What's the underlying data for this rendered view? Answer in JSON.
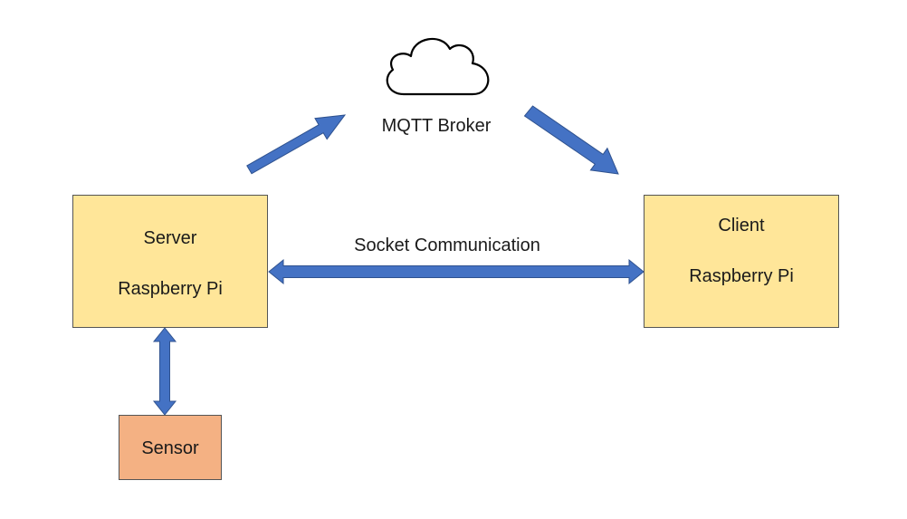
{
  "nodes": {
    "server": {
      "title": "Server",
      "subtitle": "Raspberry Pi",
      "fill": "#FFE699"
    },
    "client": {
      "title": "Client",
      "subtitle": "Raspberry Pi",
      "fill": "#FFE699"
    },
    "sensor": {
      "title": "Sensor",
      "fill": "#F4B183"
    },
    "broker": {
      "title": "MQTT Broker",
      "icon": "cloud-icon"
    }
  },
  "edges": {
    "socket": {
      "label": "Socket Communication"
    }
  },
  "colors": {
    "arrow": "#4472C4",
    "arrow_outline": "#2F528F",
    "box_border": "#555555"
  }
}
